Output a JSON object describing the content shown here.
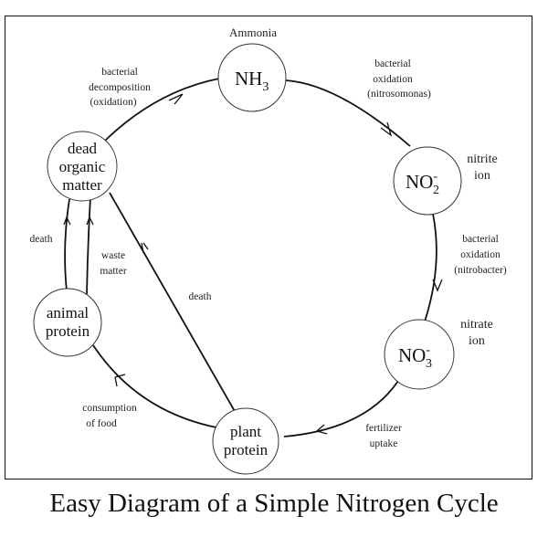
{
  "title": "Easy Diagram of a Simple Nitrogen Cycle",
  "nodes": {
    "ammonia": {
      "formula": "NH",
      "sub": "3",
      "sup": "",
      "label": "Ammonia"
    },
    "nitrite": {
      "formula": "NO",
      "sub": "2",
      "sup": "-",
      "label_line1": "nitrite",
      "label_line2": "ion"
    },
    "nitrate": {
      "formula": "NO",
      "sub": "3",
      "sup": "-",
      "label_line1": "nitrate",
      "label_line2": "ion"
    },
    "plant": {
      "line1": "plant",
      "line2": "protein"
    },
    "animal": {
      "line1": "animal",
      "line2": "protein"
    },
    "dead": {
      "line1": "dead",
      "line2": "organic",
      "line3": "matter"
    }
  },
  "edges": {
    "decomposition": {
      "line1": "bacterial",
      "line2": "decomposition",
      "line3": "(oxidation)"
    },
    "nitrosomonas": {
      "line1": "bacterial",
      "line2": "oxidation",
      "line3": "(nitrosomonas)"
    },
    "nitrobacter": {
      "line1": "bacterial",
      "line2": "oxidation",
      "line3": "(nitrobacter)"
    },
    "fertilizer": {
      "line1": "fertilizer",
      "line2": "uptake"
    },
    "consumption": {
      "line1": "consumption",
      "line2": "of food"
    },
    "plant_death": {
      "label": "death"
    },
    "animal_death": {
      "label": "death"
    },
    "waste": {
      "line1": "waste",
      "line2": "matter"
    }
  }
}
